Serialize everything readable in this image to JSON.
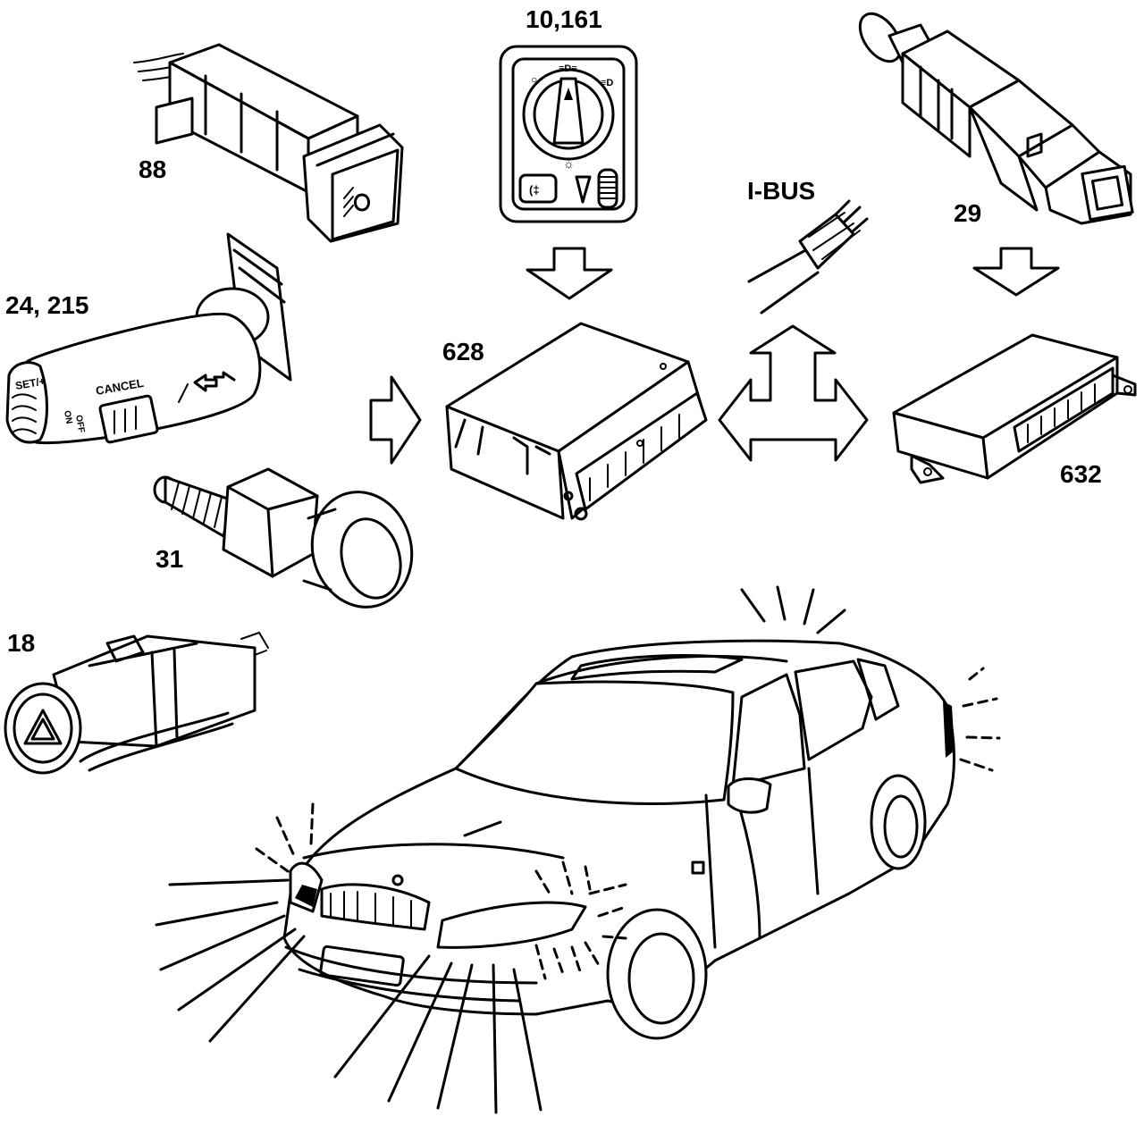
{
  "labels": {
    "light_switch": "10,161",
    "fog_switch": "88",
    "ibus": "I-BUS",
    "brake_switch": "29",
    "cruise_stalk": "24, 215",
    "control_unit_a": "628",
    "control_unit_b": "632",
    "temp_sensor": "31",
    "hazard_switch": "18"
  },
  "component_text": {
    "cancel": "CANCEL",
    "set": "SET/+",
    "on": "ON",
    "off": "OFF"
  },
  "colors": {
    "ink": "#000000",
    "paper": "#ffffff"
  }
}
